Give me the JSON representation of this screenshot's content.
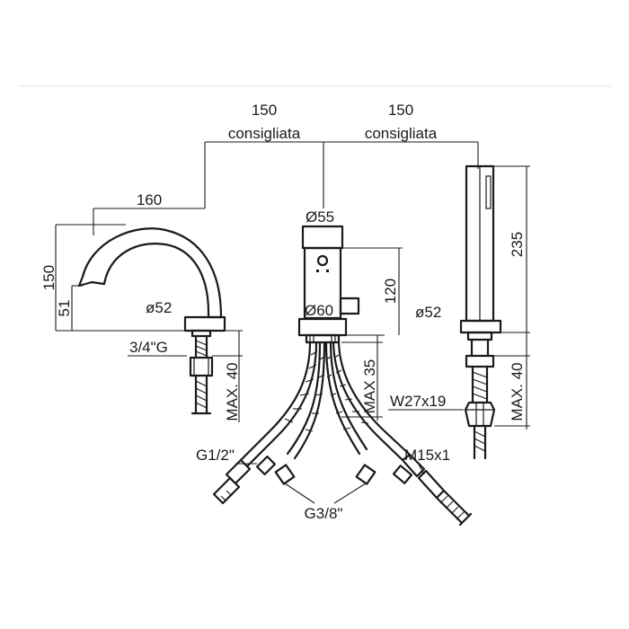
{
  "labels": {
    "left_spacing": "150",
    "left_spacing_note": "consigliata",
    "right_spacing": "150",
    "right_spacing_note": "consigliata",
    "spout_reach": "160",
    "spout_height": "150",
    "spout_outlet_height": "51",
    "spout_base_diameter": "ø52",
    "spout_thread": "3/4\"G",
    "spout_max_deck": "MAX. 40",
    "mixer_top_diameter": "Ø55",
    "mixer_base_diameter": "Ø60",
    "mixer_height": "120",
    "mixer_max_deck": "MAX 35",
    "shower_base_diameter": "ø52",
    "shower_height": "235",
    "shower_thread": "W27x19",
    "shower_max_deck": "MAX. 40",
    "hose_connector_left": "G1/2\"",
    "hose_connector_center": "G3/8\"",
    "hose_connector_right": "M15x1"
  }
}
